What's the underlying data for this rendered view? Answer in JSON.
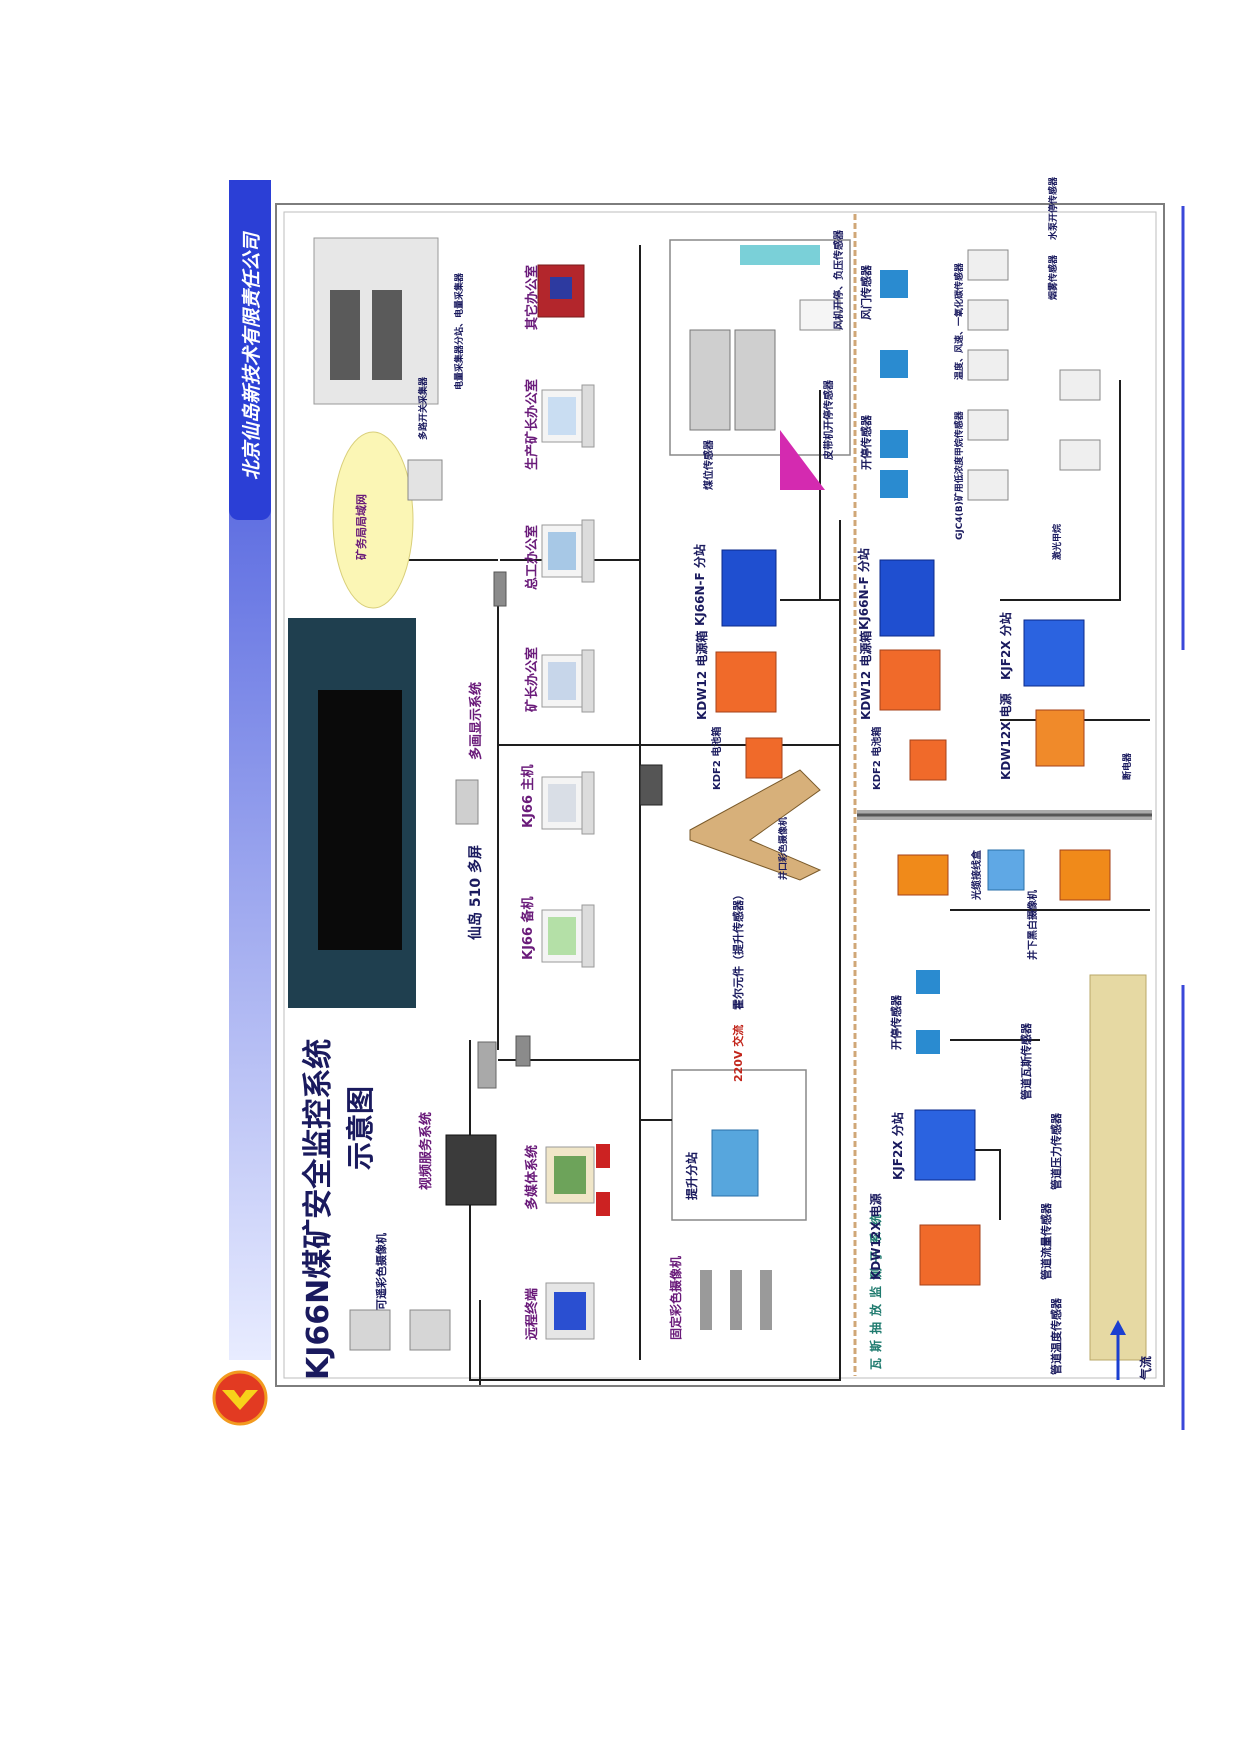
{
  "header": {
    "company": "北京仙岛新技术有限责任公司",
    "title_line1": "KJ66N煤矿安全监控系统",
    "title_line2": "示意图"
  },
  "offices": {
    "backup_host": "KJ66 备机",
    "main_host": "KJ66 主机",
    "director_office": "矿长办公室",
    "chief_engineer_office": "总工办公室",
    "production_office": "生产矿长办公室",
    "other_office": "其它办公室",
    "multi_screen": "仙岛 510 多屏",
    "multi_display_system": "多画显示系统",
    "mine_lan": "矿务局局域网",
    "multimedia_system": "多媒体系统",
    "video_service_system": "视频服务系统",
    "remote_terminal": "远程终端",
    "ptz_camera": "可遥彩色摄像机",
    "fixed_camera": "固定彩色摄像机",
    "collectors": "电量采集器分站、电量采集器",
    "multi_meter": "多路开关采集器"
  },
  "surface_equipment": {
    "hoist_substation": "提升分站",
    "ac_220": "220V 交流",
    "dry_contact": "霍尔元件（提升传感器）",
    "shaft_camera": "井口彩色摄像机",
    "coal_bin_sensor": "煤位传感器",
    "belt_sensor": "皮带机开停传感器",
    "fan_sensor": "风机开停、负压传感器"
  },
  "underground_left": {
    "substation": "KJ66N-F 分站",
    "power_kdw12": "KDW12 电源箱",
    "battery_box": "KDF2 电池箱"
  },
  "underground_right": {
    "substation": "KJ66N-F 分站",
    "power_kdw12": "KDW12 电源箱",
    "battery_box": "KDF2 电池箱",
    "door_sensor": "风门传感器",
    "onoff_sensor": "开停传感器",
    "gas_sensor": "GJC4(B)矿用低浓度甲烷传感器",
    "temp_sensor": "温度、风速、一氧化碳传感器",
    "smoke_sensor": "烟雾传感器",
    "water_sensor": "水泵开停传感器",
    "kjf2x_substation": "KJF2X 分站",
    "kdw12x_power": "KDW12X 电源",
    "breaker": "断电器",
    "light": "激光甲烷"
  },
  "gas_drainage": {
    "system_label": "瓦斯抽放监测子系统",
    "kjf2x_substation": "KJF2X 分站",
    "kdw12x_power": "KDW12X 电源",
    "onoff_sensor": "开停传感器",
    "pipe_gas_sensor": "管道瓦斯传感器",
    "pipe_pressure_sensor": "管道压力传感器",
    "pipe_flow_sensor": "管道流量传感器",
    "pipe_temp_sensor": "管道温度传感器",
    "optical_box": "光缆接线盒",
    "underground_camera": "井下黑白摄像机",
    "airflow": "气流"
  },
  "colors": {
    "header_blue": "#2b3fd6",
    "frame": "#7d7d7d",
    "label_purple": "#6a1b7a",
    "substation_blue": "#1f4fd0",
    "power_orange": "#f06a2a",
    "pipe_tan": "#e6d9a3",
    "lan_yellow": "#fbf6b5"
  }
}
